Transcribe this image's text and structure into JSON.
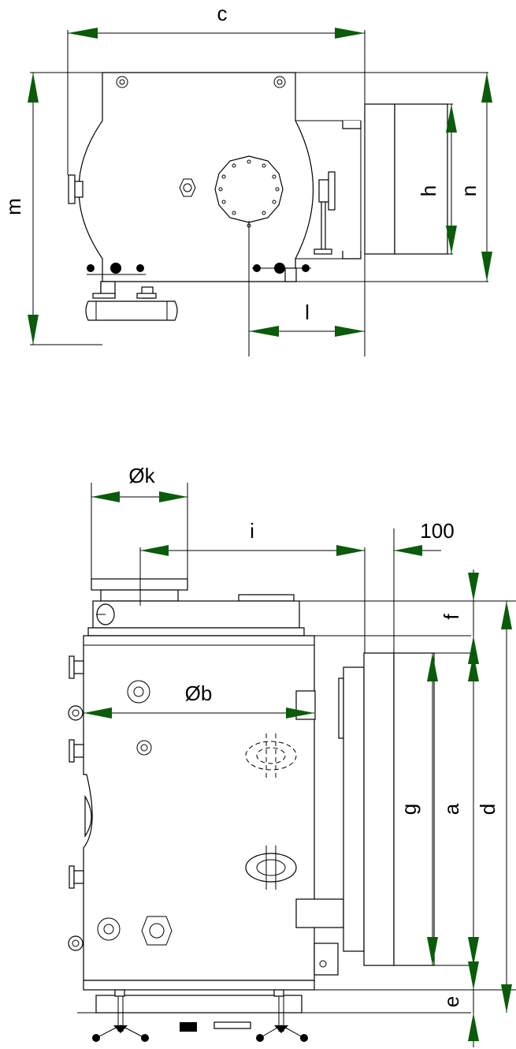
{
  "top_view": {
    "labels": {
      "c": "c",
      "m": "m",
      "h": "h",
      "n": "n",
      "l": "l"
    }
  },
  "side_view": {
    "labels": {
      "k": "Øk",
      "i": "i",
      "offset": "100",
      "b": "Øb",
      "f": "f",
      "g": "g",
      "a": "a",
      "d": "d",
      "e": "e"
    }
  },
  "colors": {
    "arrow": "#0a5c0a",
    "line": "#000000"
  }
}
